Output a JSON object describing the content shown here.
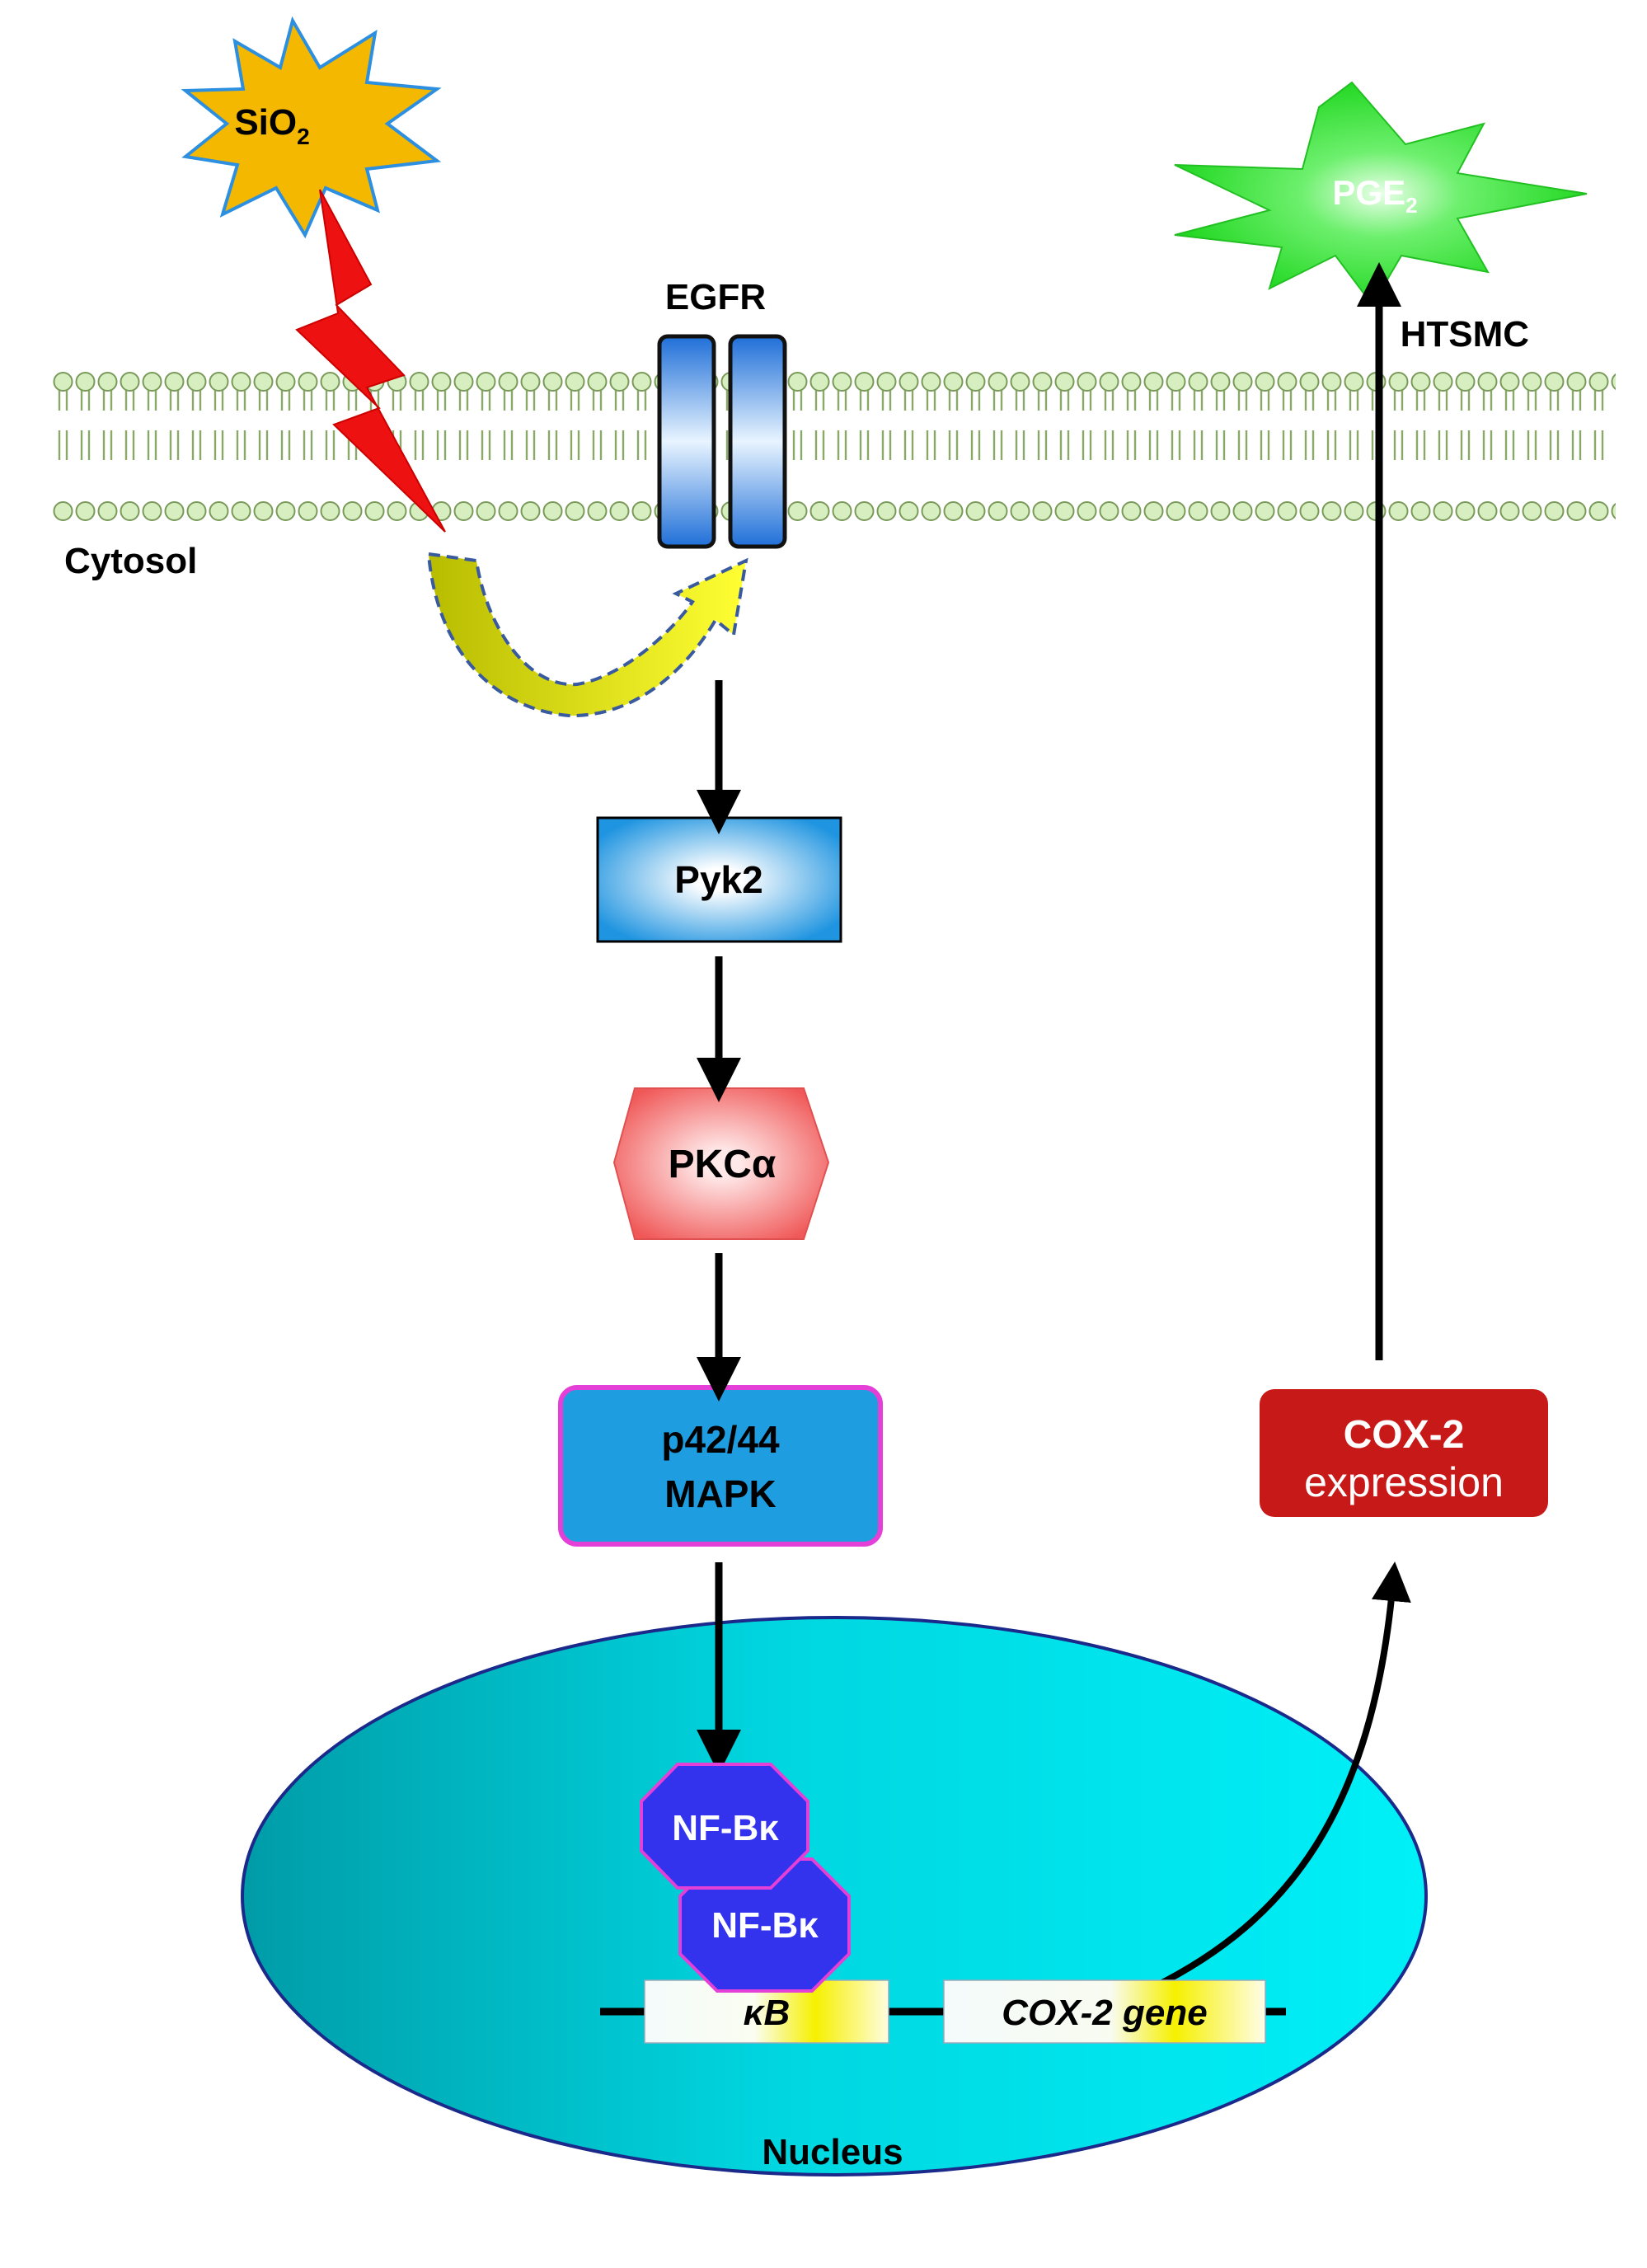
{
  "labels": {
    "sio2": "SiO",
    "sio2_sub": "2",
    "pge2": "PGE",
    "pge2_sub": "2",
    "egfr": "EGFR",
    "htsmc": "HTSMC",
    "cytosol": "Cytosol",
    "pyk2": "Pyk2",
    "pkc": "PKCα",
    "mapk_line1": "p42/44",
    "mapk_line2": "MAPK",
    "cox2_line1": "COX-2",
    "cox2_line2": "expression",
    "nfkb_1": "NF-Bκ",
    "nfkb_2": "NF-Bκ",
    "kb": "κB",
    "cox2_gene_italic": "COX-2",
    "cox2_gene_word": "gene",
    "nucleus": "Nucleus"
  },
  "colors": {
    "sio2_burst": "#f5b800",
    "pge2_burst": "#33dd33",
    "membrane_head": "#d6eec0",
    "membrane_tail": "#8aa868",
    "egfr": "#2f7fe0",
    "bolt": "#ee1111",
    "pyk2": "#2aa0e8",
    "pkc": "#f26a6a",
    "mapk": "#1e9de0",
    "mapk_border": "#e43fd6",
    "cox2_box": "#c81919",
    "nfkb": "#3333ee",
    "nucleus": "#00e0ee",
    "arrow": "#000000"
  }
}
